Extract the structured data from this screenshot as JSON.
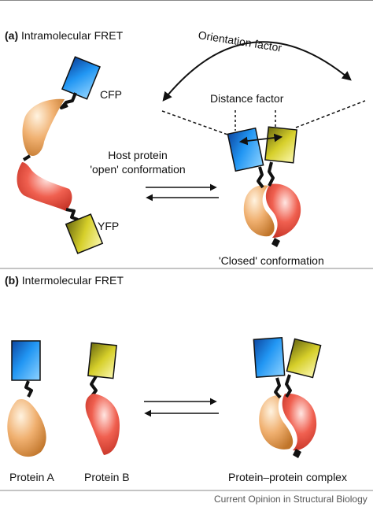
{
  "panel_a": {
    "letter": "(a)",
    "title": "Intramolecular FRET",
    "cfp": "CFP",
    "yfp": "YFP",
    "host_line1": "Host protein",
    "host_line2": "'open' conformation",
    "orientation": "Orientation factor",
    "distance": "Distance factor",
    "closed": "'Closed' conformation"
  },
  "panel_b": {
    "letter": "(b)",
    "title": "Intermolecular FRET",
    "protein_a": "Protein A",
    "protein_b": "Protein B",
    "complex": "Protein–protein complex"
  },
  "credit": "Current Opinion in Structural Biology",
  "colors": {
    "cfp": "#1e88e5",
    "yfp": "#c8c020",
    "host_orange": "#e8a058",
    "host_red": "#e54a3a",
    "frame": "#888888"
  }
}
